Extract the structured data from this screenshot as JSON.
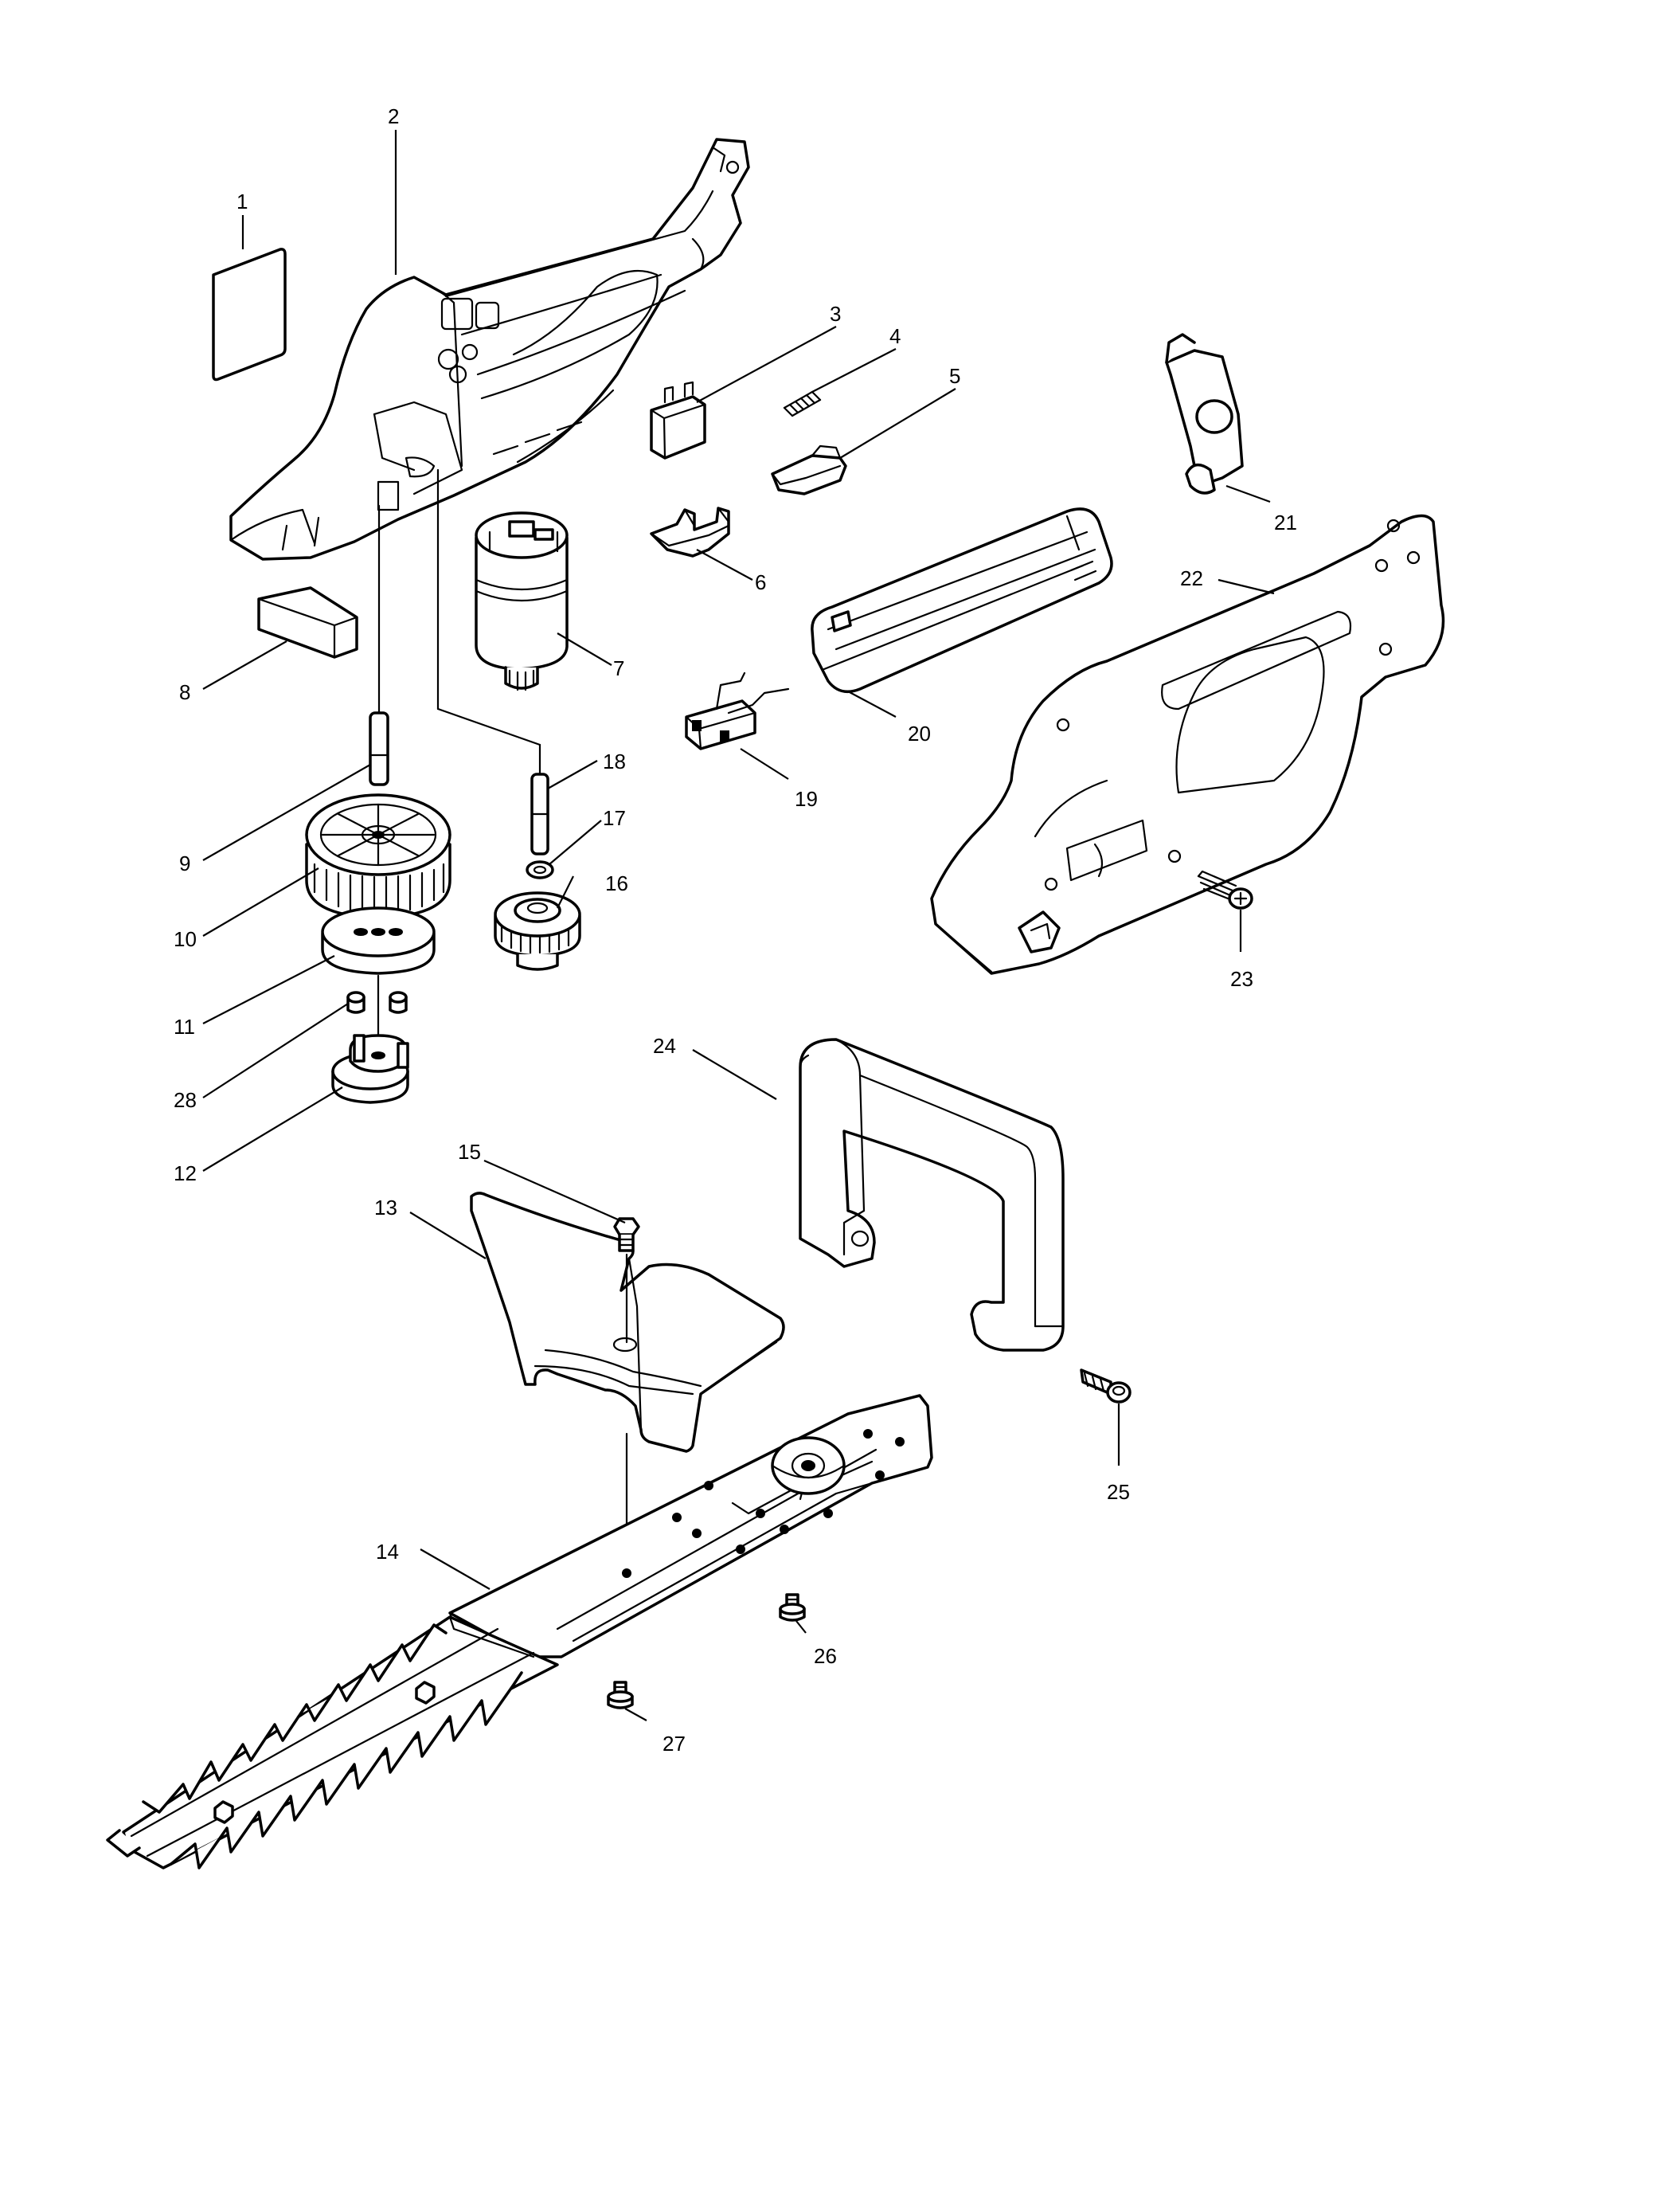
{
  "colors": {
    "line": "#000000",
    "background": "#ffffff"
  },
  "callouts": {
    "c1": "1",
    "c2": "2",
    "c3": "3",
    "c4": "4",
    "c5": "5",
    "c6": "6",
    "c7": "7",
    "c8": "8",
    "c9": "9",
    "c10": "10",
    "c11": "11",
    "c12": "12",
    "c13": "13",
    "c14": "14",
    "c15": "15",
    "c16": "16",
    "c17": "17",
    "c18": "18",
    "c19": "19",
    "c20": "20",
    "c21": "21",
    "c22": "22",
    "c23": "23",
    "c24": "24",
    "c25": "25",
    "c26": "26",
    "c27": "27",
    "c28": "28"
  }
}
